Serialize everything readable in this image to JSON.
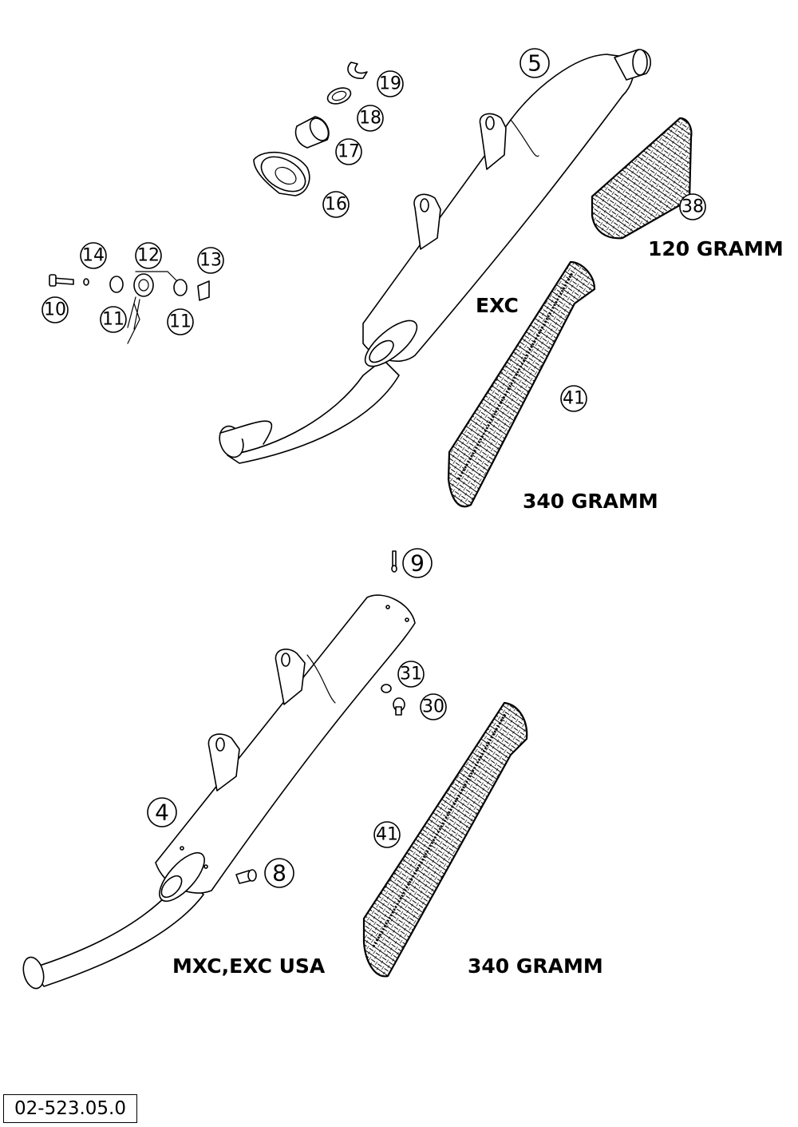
{
  "callouts": [
    {
      "id": "c5",
      "number": "5"
    },
    {
      "id": "c19",
      "number": "19"
    },
    {
      "id": "c18",
      "number": "18"
    },
    {
      "id": "c17",
      "number": "17"
    },
    {
      "id": "c16",
      "number": "16"
    },
    {
      "id": "c38",
      "number": "38"
    },
    {
      "id": "c14",
      "number": "14"
    },
    {
      "id": "c12",
      "number": "12"
    },
    {
      "id": "c13",
      "number": "13"
    },
    {
      "id": "c10",
      "number": "10"
    },
    {
      "id": "c11a",
      "number": "11"
    },
    {
      "id": "c11b",
      "number": "11"
    },
    {
      "id": "c41a",
      "number": "41"
    },
    {
      "id": "c9",
      "number": "9"
    },
    {
      "id": "c31",
      "number": "31"
    },
    {
      "id": "c30",
      "number": "30"
    },
    {
      "id": "c4",
      "number": "4"
    },
    {
      "id": "c41b",
      "number": "41"
    },
    {
      "id": "c8",
      "number": "8"
    }
  ],
  "labels": {
    "exc": "EXC",
    "weight_120": "120 GRAMM",
    "weight_340_top": "340 GRAMM",
    "variant_bottom": "MXC,EXC USA",
    "weight_340_bottom": "340 GRAMM"
  },
  "drawing_number": "02-523.05.0",
  "colors": {
    "line": "#000000",
    "background": "#ffffff"
  }
}
